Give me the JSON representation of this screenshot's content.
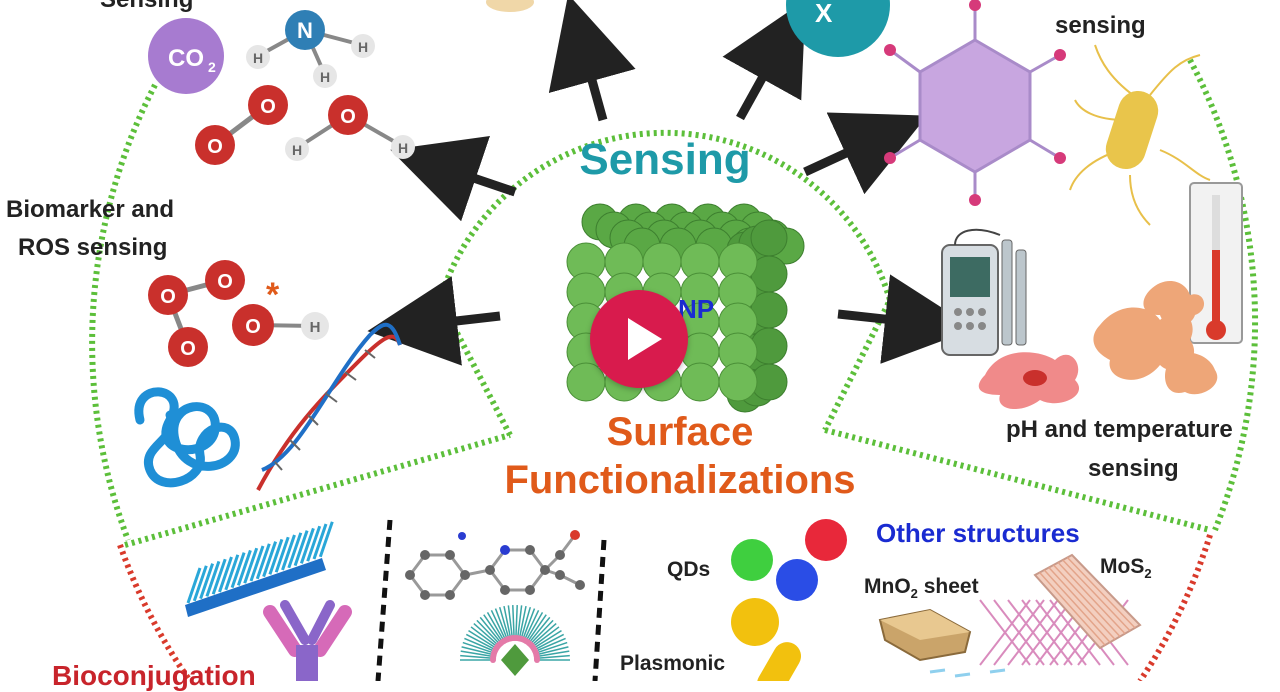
{
  "labels": {
    "sensing_top_left": "Sensing",
    "sensing_top_right": "sensing",
    "biomarker_line1": "Biomarker and",
    "biomarker_line2": "ROS  sensing",
    "center_title": "Sensing",
    "surface_line1": "Surface",
    "surface_line2": "Functionalizations",
    "ph_line1": "pH and temperature",
    "ph_line2": "sensing",
    "other_structures": "Other structures",
    "qds": "QDs",
    "mno2": "MnO",
    "mno2_sub": "2",
    "mno2_suffix": " sheet",
    "mos2": "MoS",
    "mos2_sub": "2",
    "plasmonic": "Plasmonic",
    "bioconjugation": "Bioconjugation",
    "ion_label": "X",
    "nanoparticle_label": "NP"
  },
  "molecules": {
    "co2": "CO",
    "co2_sub": "2",
    "n": "N",
    "h": "H",
    "o": "O",
    "star": "*"
  },
  "colors": {
    "teal": "#1e9aa8",
    "orange": "#e05a1a",
    "blue_text": "#1a2bd1",
    "green_dash": "#5cbf3a",
    "red_dash": "#d93a2b",
    "oxygen": "#c9302c",
    "nitrogen": "#2f7fb5",
    "co2_purple": "#a77bd0",
    "cube_green": "#6fbb57",
    "play_red": "#d81b4d"
  },
  "icons": [
    "play-icon",
    "arrow-icon",
    "virus-icon",
    "bacteria-icon",
    "thermometer-icon",
    "ph-meter-icon",
    "dna-icon",
    "protein-icon",
    "cell-icon",
    "antibody-icon"
  ]
}
